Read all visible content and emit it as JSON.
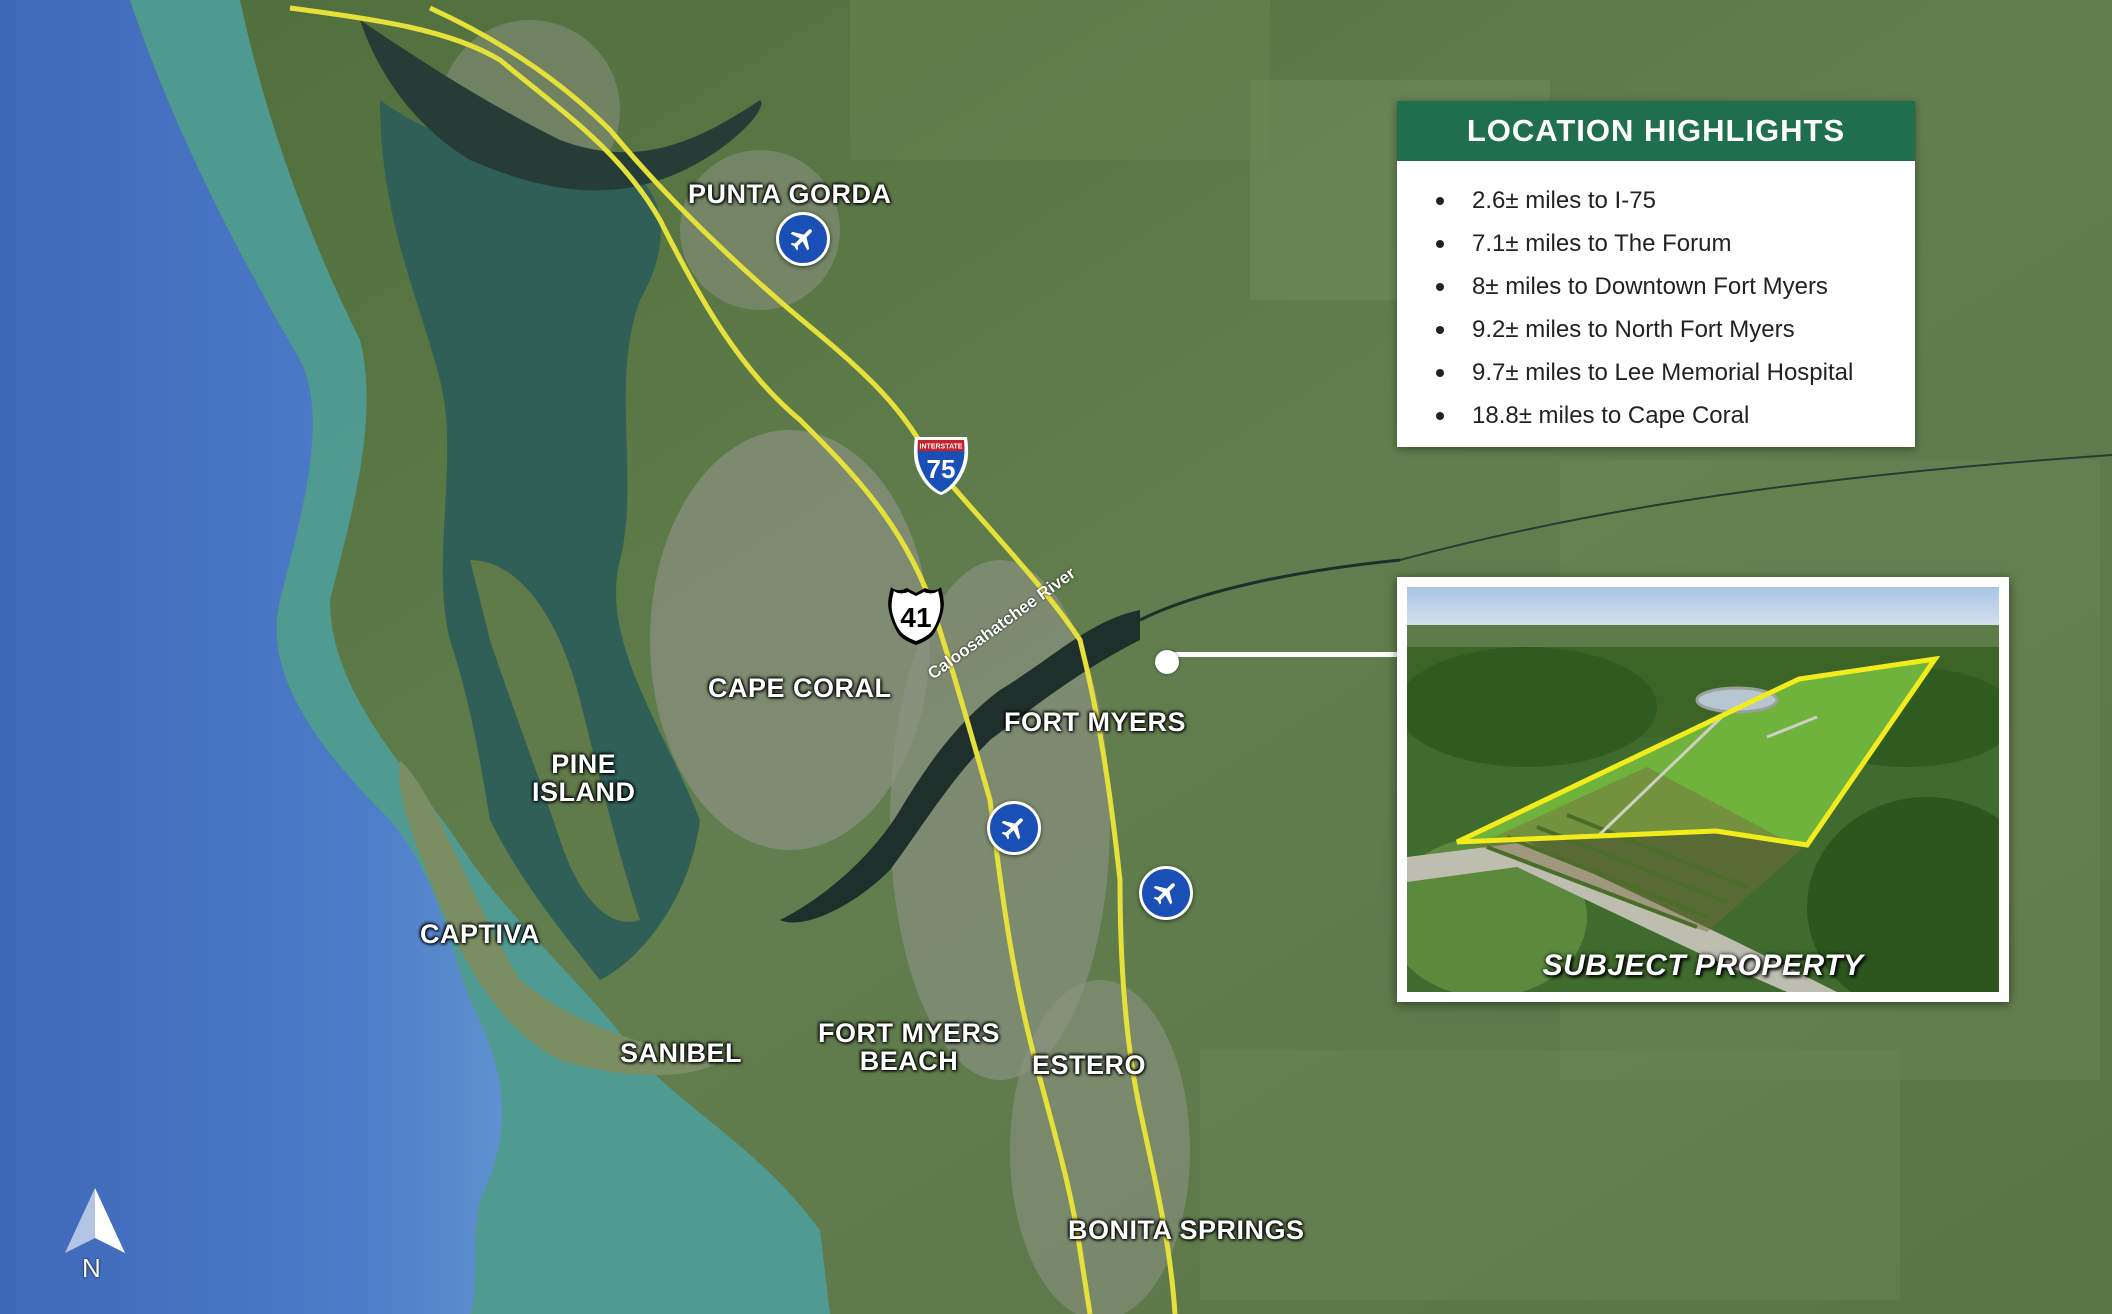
{
  "places": {
    "punta_gorda": "PUNTA GORDA",
    "cape_coral": "CAPE CORAL",
    "fort_myers": "FORT MYERS",
    "pine_island": "PINE\nISLAND",
    "captiva": "CAPTIVA",
    "sanibel": "SANIBEL",
    "fort_myers_beach": "FORT MYERS\nBEACH",
    "estero": "ESTERO",
    "bonita_springs": "BONITA SPRINGS"
  },
  "river": "Caloosahatchee River",
  "shields": {
    "interstate_label": "INTERSTATE",
    "interstate_number": "75",
    "us_number": "41"
  },
  "highlights": {
    "title": "LOCATION HIGHLIGHTS",
    "items": [
      "2.6± miles to I-75",
      "7.1± miles to The Forum",
      "8± miles to Downtown Fort Myers",
      "9.2± miles to North Fort Myers",
      "9.7± miles to Lee Memorial Hospital",
      "18.8± miles to Cape Coral"
    ]
  },
  "subject_property": "SUBJECT PROPERTY",
  "compass": "N",
  "colors": {
    "header_green": "#1f6e4e",
    "highway_yellow": "#e6e03a",
    "airport_blue": "#1a4fb5",
    "water_blue": "#4d79c6"
  },
  "icons": [
    "airport-icon",
    "compass-icon",
    "interstate-shield-icon",
    "us-highway-shield-icon"
  ]
}
